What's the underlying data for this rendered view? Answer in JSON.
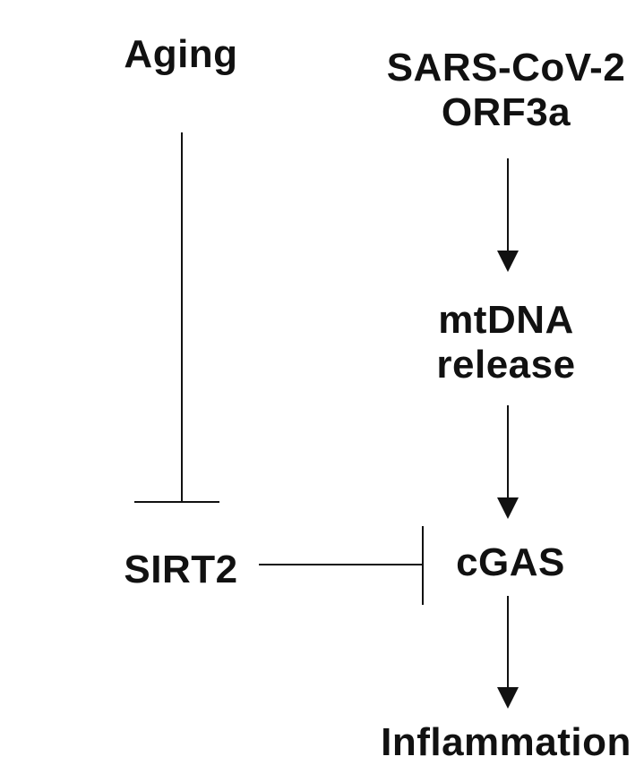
{
  "nodes": {
    "aging": {
      "line1": "Aging"
    },
    "orf3a": {
      "line1": "SARS-CoV-2",
      "line2": "ORF3a"
    },
    "mtdna": {
      "line1": "mtDNA",
      "line2": "release"
    },
    "sirt2": {
      "line1": "SIRT2"
    },
    "cgas": {
      "line1": "cGAS"
    },
    "inflammation": {
      "line1": "Inflammation"
    }
  },
  "edges": [
    {
      "from": "aging",
      "to": "sirt2",
      "type": "inhibition"
    },
    {
      "from": "orf3a",
      "to": "mtdna",
      "type": "activation"
    },
    {
      "from": "mtdna",
      "to": "cgas",
      "type": "activation"
    },
    {
      "from": "sirt2",
      "to": "cgas",
      "type": "inhibition"
    },
    {
      "from": "cgas",
      "to": "inflammation",
      "type": "activation"
    }
  ],
  "colors": {
    "ink": "#111111",
    "background": "#ffffff"
  }
}
